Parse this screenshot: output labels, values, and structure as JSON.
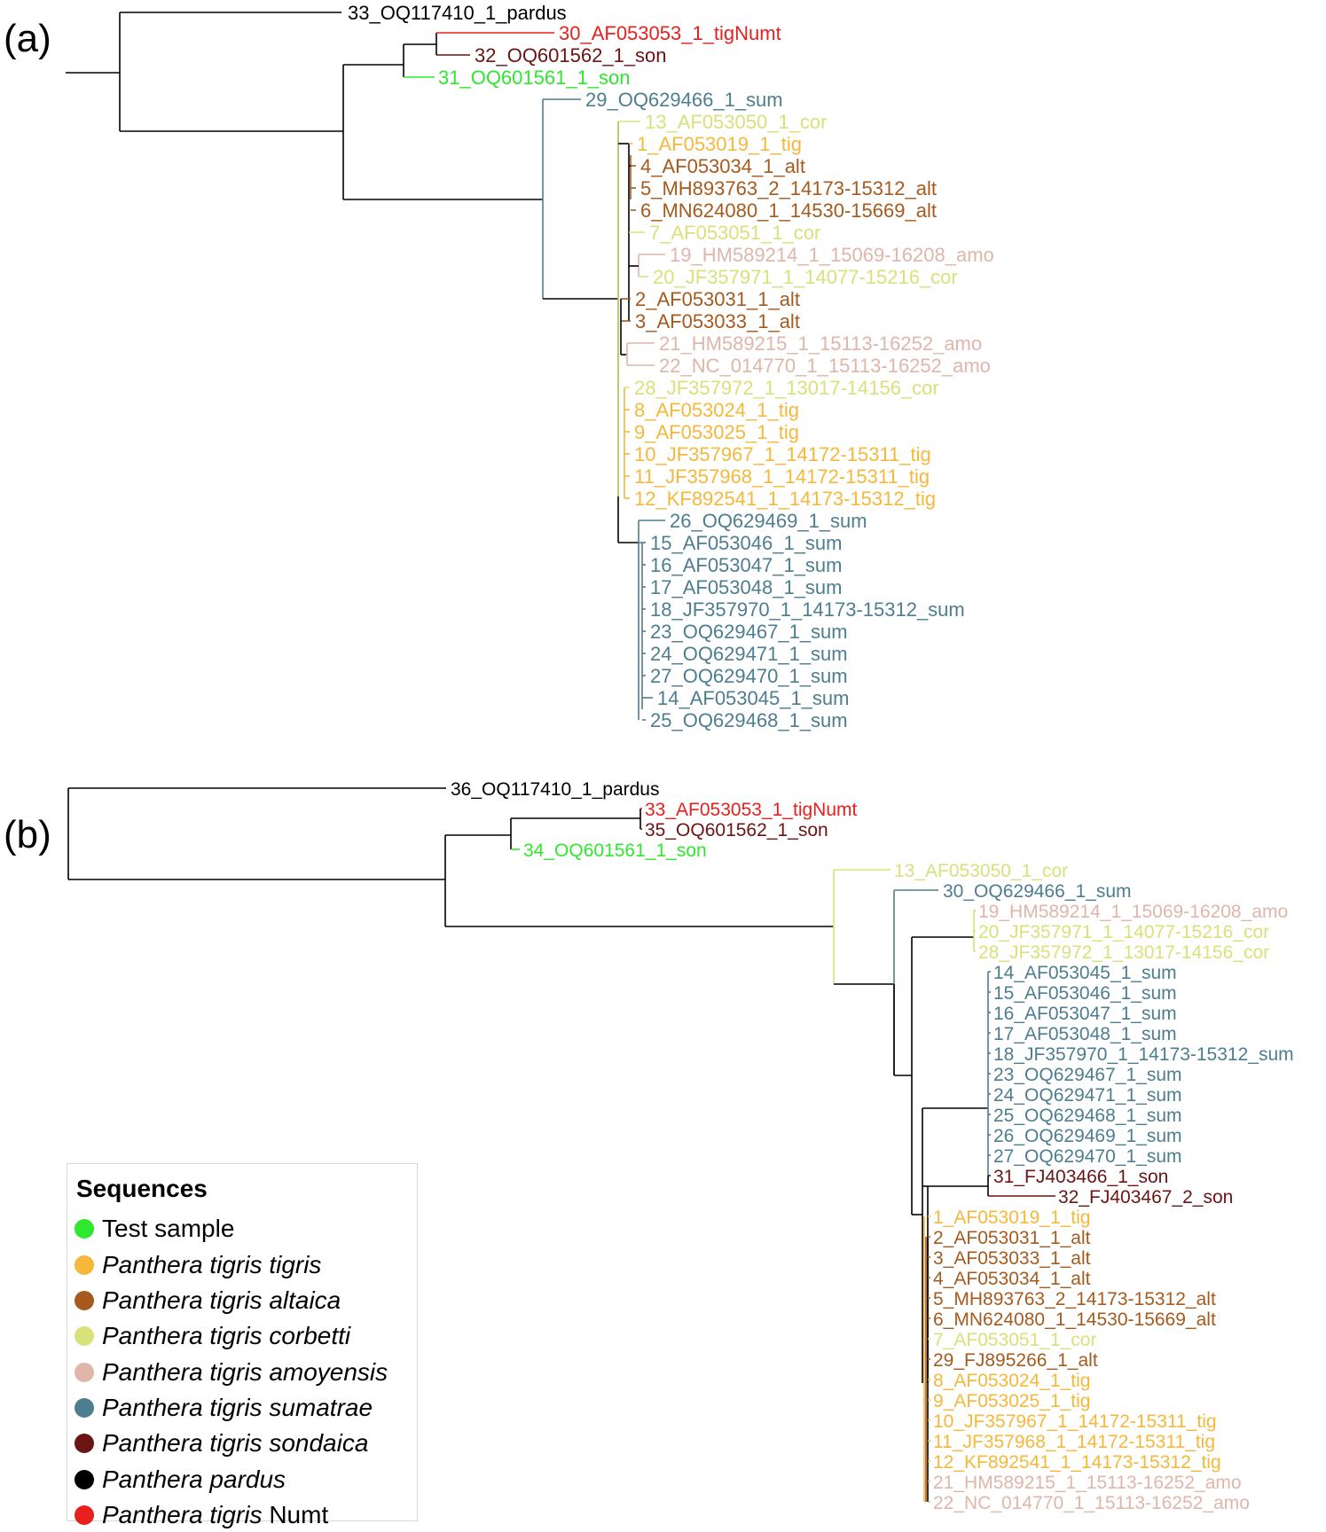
{
  "colors": {
    "test": "#2ee82e",
    "tig": "#f5b83a",
    "alt": "#a65a1e",
    "cor": "#d7e27a",
    "amo": "#e0b6aa",
    "sum": "#4d7e8f",
    "son": "#6b1414",
    "pardus": "#000000",
    "numt": "#e8201e"
  },
  "panels": [
    {
      "label": "(a)",
      "tips": [
        {
          "text": "33_OQ117410_1_pardus",
          "group": "pardus"
        },
        {
          "text": "30_AF053053_1_tigNumt",
          "group": "numt"
        },
        {
          "text": "32_OQ601562_1_son",
          "group": "son"
        },
        {
          "text": "31_OQ601561_1_son",
          "group": "test"
        },
        {
          "text": "29_OQ629466_1_sum",
          "group": "sum"
        },
        {
          "text": "13_AF053050_1_cor",
          "group": "cor"
        },
        {
          "text": "1_AF053019_1_tig",
          "group": "tig"
        },
        {
          "text": "4_AF053034_1_alt",
          "group": "alt"
        },
        {
          "text": "5_MH893763_2_14173-15312_alt",
          "group": "alt"
        },
        {
          "text": "6_MN624080_1_14530-15669_alt",
          "group": "alt"
        },
        {
          "text": "7_AF053051_1_cor",
          "group": "cor"
        },
        {
          "text": "19_HM589214_1_15069-16208_amo",
          "group": "amo"
        },
        {
          "text": "20_JF357971_1_14077-15216_cor",
          "group": "cor"
        },
        {
          "text": "2_AF053031_1_alt",
          "group": "alt"
        },
        {
          "text": "3_AF053033_1_alt",
          "group": "alt"
        },
        {
          "text": "21_HM589215_1_15113-16252_amo",
          "group": "amo"
        },
        {
          "text": "22_NC_014770_1_15113-16252_amo",
          "group": "amo"
        },
        {
          "text": "28_JF357972_1_13017-14156_cor",
          "group": "cor"
        },
        {
          "text": "8_AF053024_1_tig",
          "group": "tig"
        },
        {
          "text": "9_AF053025_1_tig",
          "group": "tig"
        },
        {
          "text": "10_JF357967_1_14172-15311_tig",
          "group": "tig"
        },
        {
          "text": "11_JF357968_1_14172-15311_tig",
          "group": "tig"
        },
        {
          "text": "12_KF892541_1_14173-15312_tig",
          "group": "tig"
        },
        {
          "text": "26_OQ629469_1_sum",
          "group": "sum"
        },
        {
          "text": "15_AF053046_1_sum",
          "group": "sum"
        },
        {
          "text": "16_AF053047_1_sum",
          "group": "sum"
        },
        {
          "text": "17_AF053048_1_sum",
          "group": "sum"
        },
        {
          "text": "18_JF357970_1_14173-15312_sum",
          "group": "sum"
        },
        {
          "text": "23_OQ629467_1_sum",
          "group": "sum"
        },
        {
          "text": "24_OQ629471_1_sum",
          "group": "sum"
        },
        {
          "text": "27_OQ629470_1_sum",
          "group": "sum"
        },
        {
          "text": "14_AF053045_1_sum",
          "group": "sum"
        },
        {
          "text": "25_OQ629468_1_sum",
          "group": "sum"
        }
      ]
    },
    {
      "label": "(b)",
      "tips": [
        {
          "text": "36_OQ117410_1_pardus",
          "group": "pardus"
        },
        {
          "text": "33_AF053053_1_tigNumt",
          "group": "numt"
        },
        {
          "text": "35_OQ601562_1_son",
          "group": "son"
        },
        {
          "text": "34_OQ601561_1_son",
          "group": "test"
        },
        {
          "text": "13_AF053050_1_cor",
          "group": "cor"
        },
        {
          "text": "30_OQ629466_1_sum",
          "group": "sum"
        },
        {
          "text": "19_HM589214_1_15069-16208_amo",
          "group": "amo"
        },
        {
          "text": "20_JF357971_1_14077-15216_cor",
          "group": "cor"
        },
        {
          "text": "28_JF357972_1_13017-14156_cor",
          "group": "cor"
        },
        {
          "text": "14_AF053045_1_sum",
          "group": "sum"
        },
        {
          "text": "15_AF053046_1_sum",
          "group": "sum"
        },
        {
          "text": "16_AF053047_1_sum",
          "group": "sum"
        },
        {
          "text": "17_AF053048_1_sum",
          "group": "sum"
        },
        {
          "text": "18_JF357970_1_14173-15312_sum",
          "group": "sum"
        },
        {
          "text": "23_OQ629467_1_sum",
          "group": "sum"
        },
        {
          "text": "24_OQ629471_1_sum",
          "group": "sum"
        },
        {
          "text": "25_OQ629468_1_sum",
          "group": "sum"
        },
        {
          "text": "26_OQ629469_1_sum",
          "group": "sum"
        },
        {
          "text": "27_OQ629470_1_sum",
          "group": "sum"
        },
        {
          "text": "31_FJ403466_1_son",
          "group": "son"
        },
        {
          "text": "32_FJ403467_2_son",
          "group": "son"
        },
        {
          "text": "1_AF053019_1_tig",
          "group": "tig"
        },
        {
          "text": "2_AF053031_1_alt",
          "group": "alt"
        },
        {
          "text": "3_AF053033_1_alt",
          "group": "alt"
        },
        {
          "text": "4_AF053034_1_alt",
          "group": "alt"
        },
        {
          "text": "5_MH893763_2_14173-15312_alt",
          "group": "alt"
        },
        {
          "text": "6_MN624080_1_14530-15669_alt",
          "group": "alt"
        },
        {
          "text": "7_AF053051_1_cor",
          "group": "cor"
        },
        {
          "text": "29_FJ895266_1_alt",
          "group": "alt"
        },
        {
          "text": "8_AF053024_1_tig",
          "group": "tig"
        },
        {
          "text": "9_AF053025_1_tig",
          "group": "tig"
        },
        {
          "text": "10_JF357967_1_14172-15311_tig",
          "group": "tig"
        },
        {
          "text": "11_JF357968_1_14172-15311_tig",
          "group": "tig"
        },
        {
          "text": "12_KF892541_1_14173-15312_tig",
          "group": "tig"
        },
        {
          "text": "21_HM589215_1_15113-16252_amo",
          "group": "amo"
        },
        {
          "text": "22_NC_014770_1_15113-16252_amo",
          "group": "amo"
        }
      ]
    }
  ],
  "legend": {
    "title": "Sequences",
    "items": [
      {
        "group": "test",
        "text": "Test sample",
        "italic": false
      },
      {
        "group": "tig",
        "text": "Panthera tigris tigris",
        "italic": true
      },
      {
        "group": "alt",
        "text": "Panthera tigris altaica",
        "italic": true
      },
      {
        "group": "cor",
        "text": "Panthera tigris corbetti",
        "italic": true
      },
      {
        "group": "amo",
        "text": "Panthera tigris amoyensis",
        "italic": true
      },
      {
        "group": "sum",
        "text": "Panthera tigris sumatrae",
        "italic": true
      },
      {
        "group": "son",
        "text": "Panthera tigris sondaica",
        "italic": true
      },
      {
        "group": "pardus",
        "text": "Panthera pardus",
        "italic": true
      },
      {
        "group": "numt",
        "text_italic": "Panthera tigris",
        "text_plain": "Numt",
        "italic": true
      }
    ]
  }
}
